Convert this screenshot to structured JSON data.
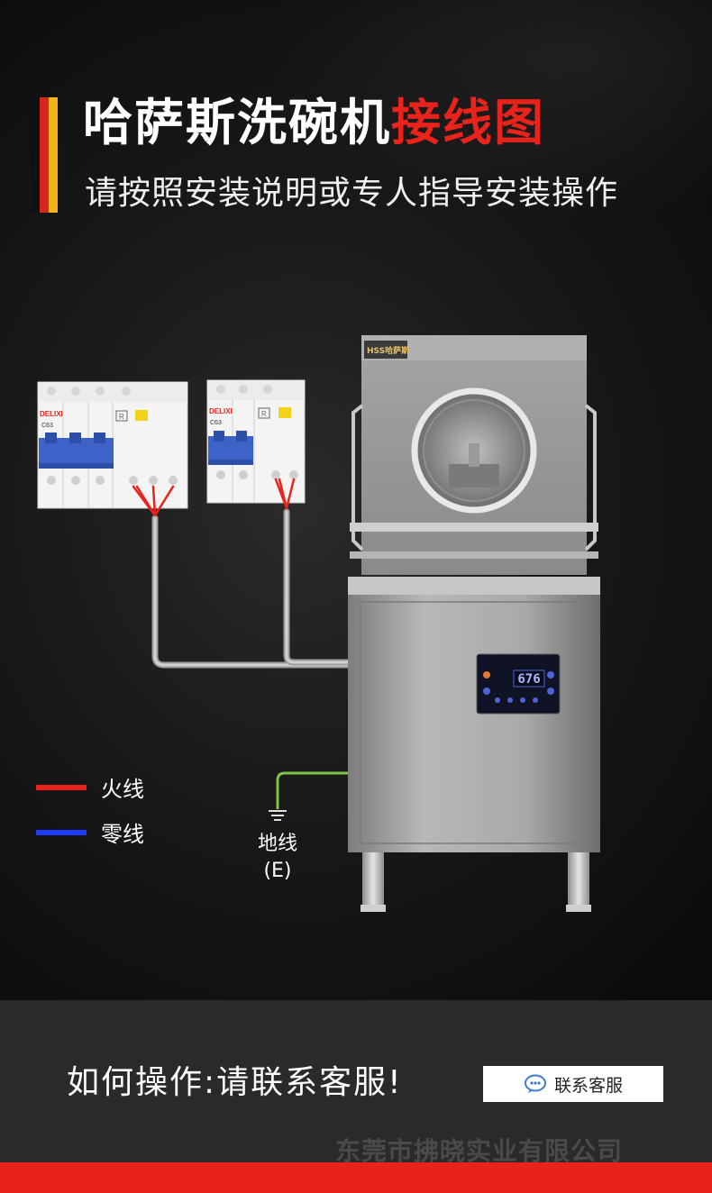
{
  "header": {
    "title_main": "哈萨斯洗碗机",
    "title_highlight": "接线图",
    "subtitle": "请按照安装说明或专人指导安装操作"
  },
  "breakers": {
    "left": {
      "brand": "DELIXI",
      "rating": "C63",
      "badge": "R"
    },
    "right": {
      "brand": "DELIXI",
      "rating": "C63",
      "badge": "R"
    }
  },
  "machine": {
    "logo": "HSS哈萨斯",
    "display_value": "676"
  },
  "legend": {
    "live": {
      "label": "火线",
      "color": "#e8231c"
    },
    "neutral": {
      "label": "零线",
      "color": "#1e3cff"
    }
  },
  "ground": {
    "label": "地线",
    "symbol": "(E)",
    "color": "#7fc34a"
  },
  "footer": {
    "cta_text": "如何操作:请联系客服!",
    "button_label": "联系客服",
    "company": "东莞市拂晓实业有限公司"
  },
  "colors": {
    "accent": "#e8231c",
    "flag_black": "#111111",
    "flag_red": "#d7261e",
    "flag_gold": "#f2b31b"
  }
}
